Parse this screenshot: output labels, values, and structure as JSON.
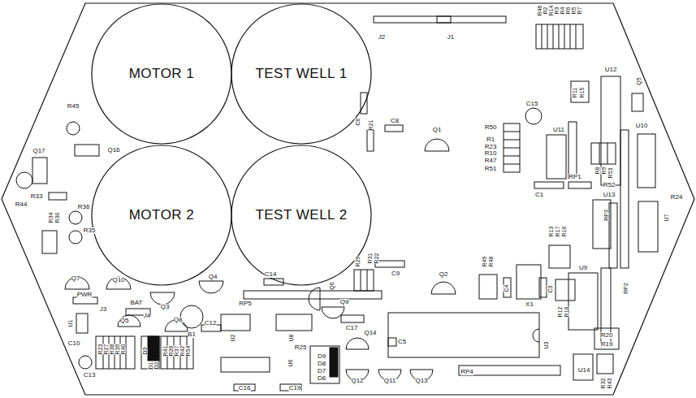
{
  "diagram": {
    "nodes": [
      {
        "text": [
          "MOTOR 1"
        ]
      },
      {
        "text": [
          "TEST WELL 1"
        ]
      },
      {
        "text": [
          "MOTOR 2"
        ]
      },
      {
        "text": [
          "TEST WELL 2"
        ]
      }
    ],
    "labels": [
      "J2",
      "J1",
      "R46",
      "R2",
      "R14",
      "R3",
      "R4",
      "R6",
      "R5",
      "R7",
      "R45",
      "Q17",
      "Q16",
      "R33",
      "R44",
      "R34",
      "R30",
      "R36",
      "R35",
      "C6",
      "R21",
      "C8",
      "Q1",
      "R50",
      "R1",
      "R23",
      "R10",
      "R47",
      "R51",
      "R11",
      "R15",
      "U12",
      "Q5",
      "C15",
      "U11",
      "C1",
      "RP1",
      "R8",
      "R9",
      "R53",
      "R52",
      "U13",
      "U10",
      "R24",
      "U7",
      "RP3",
      "R13",
      "R17",
      "R16",
      "U9",
      "R49",
      "R48",
      "Q2",
      "C4",
      "X1",
      "C3",
      "R12",
      "R18",
      "RP2",
      "R20",
      "R19",
      "U3",
      "U14",
      "R32",
      "R43",
      "C14",
      "R29",
      "R31",
      "R22",
      "C9",
      "Q6",
      "Q9",
      "C17",
      "RP5",
      "Q7",
      "Q10",
      "Q4",
      "PWR",
      "J3",
      "BAT",
      "J4",
      "Q3",
      "Q5",
      "Q8",
      "B1",
      "C12",
      "U2",
      "U8",
      "U1",
      "C10",
      "C13",
      "R23",
      "R27",
      "R38",
      "R39",
      "R40",
      "D3",
      "D1",
      "D2",
      "R41",
      "R26",
      "R37",
      "R42",
      "R54",
      "R25",
      "D9",
      "D8",
      "D7",
      "D6",
      "U6",
      "Q14",
      "C5",
      "Q12",
      "Q11",
      "Q13",
      "RP4",
      "C16",
      "C19"
    ]
  }
}
